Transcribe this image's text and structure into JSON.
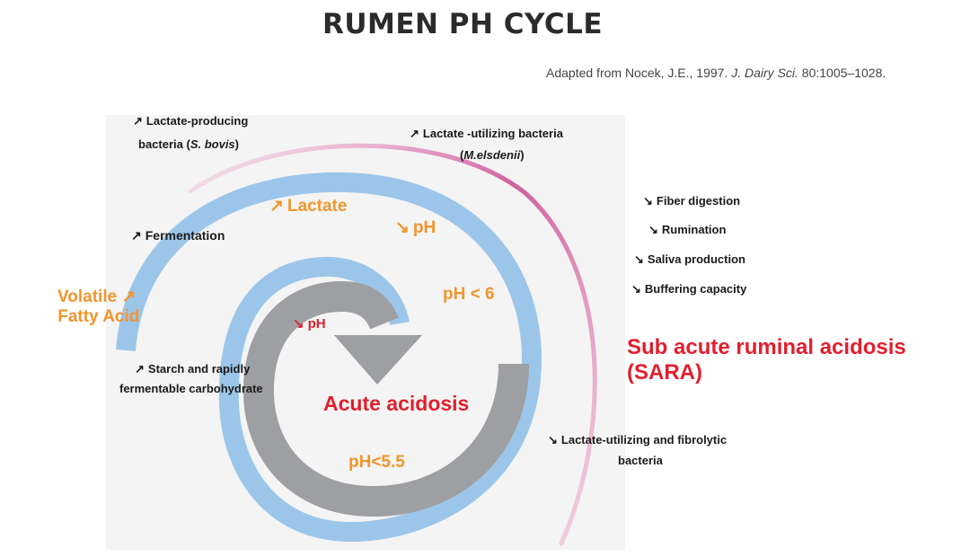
{
  "title": "RUMEN PH CYCLE",
  "source": {
    "prefix": "Adapted from Nocek, J.E., 1997. ",
    "journal": "J. Dairy Sci.",
    "suffix": " 80:1005–1028."
  },
  "icons": {
    "up": "↗",
    "down": "↘"
  },
  "labels": {
    "lactate_producing_line1": "Lactate-producing",
    "lactate_producing_line2_prefix": "bacteria (",
    "lactate_producing_line2_species": "S. bovis",
    "lactate_producing_line2_suffix": ")",
    "lactate_utilizing_line1": "Lactate -utilizing bacteria",
    "lactate_utilizing_line2_prefix": "(",
    "lactate_utilizing_line2_species": "M.elsdenii",
    "lactate_utilizing_line2_suffix": ")",
    "fermentation": "Fermentation",
    "lactate": "Lactate",
    "ph": "pH",
    "vfa_line1": "Volatile",
    "vfa_line2": "Fatty Acid",
    "ph_lt_6": "pH < 6",
    "inner_ph": "pH",
    "starch_line1": "Starch and rapidly",
    "starch_line2": "fermentable carbohydrate",
    "acute_acidosis": "Acute acidosis",
    "ph_lt_55": "pH<5.5",
    "fiber_digestion": "Fiber digestion",
    "rumination": "Rumination",
    "saliva_production": "Saliva production",
    "buffering_capacity": "Buffering capacity",
    "sara_line1": "Sub acute ruminal acidosis",
    "sara_line2": "(SARA)",
    "fibrolytic_line1": "Lactate-utilizing and fibrolytic",
    "fibrolytic_line2": "bacteria"
  },
  "colors": {
    "blue_spiral": "#9cc6e9",
    "grey_spiral": "#9e9fa2",
    "pink_spiral": "#d0609e",
    "orange_text": "#f0962d",
    "red_text": "#e0202e",
    "panel": "#f2f2f2"
  }
}
